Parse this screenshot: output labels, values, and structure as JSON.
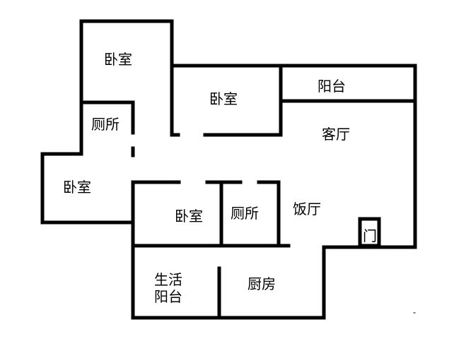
{
  "title": "Floor plan",
  "rooms": {
    "bedroom_top_left": "卧室",
    "bedroom_center": "卧室",
    "bedroom_left": "卧室",
    "bedroom_inner": "卧室",
    "toilet_left": "厕所",
    "toilet_center": "厕所",
    "balcony": "阳台",
    "living_room": "客厅",
    "dining_room": "饭厅",
    "door": "门",
    "utility_balcony_line1": "生活",
    "utility_balcony_line2": "阳台",
    "kitchen": "厨房"
  },
  "colors": {
    "wall": "#000000",
    "background": "#ffffff"
  }
}
